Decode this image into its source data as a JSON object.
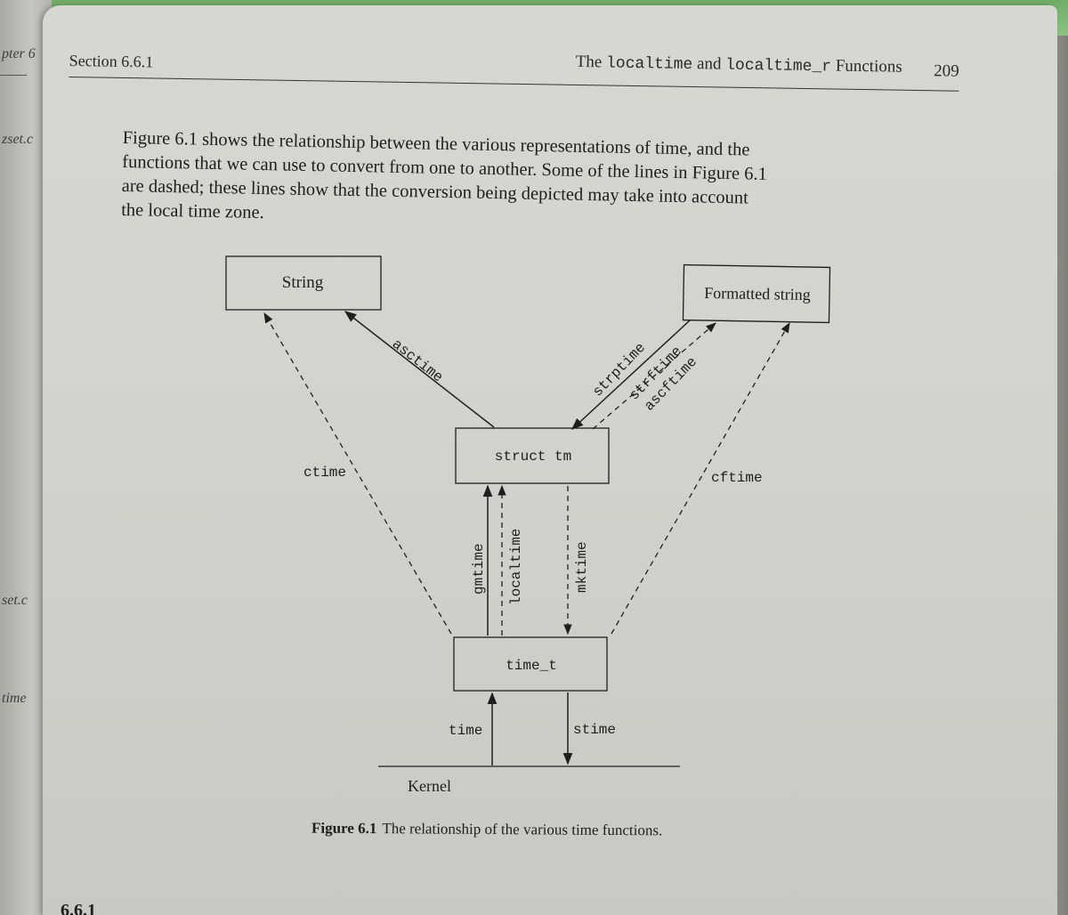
{
  "left_page": {
    "margin_words": [
      "pter 6",
      "zset.c",
      "set.c",
      "time"
    ]
  },
  "running_head": {
    "section": "Section 6.6.1",
    "title_prefix": "The",
    "func1": "localtime",
    "title_and": "and",
    "func2": "localtime_r",
    "title_suffix": "Functions",
    "page_number": "209"
  },
  "paragraph": {
    "lines": [
      "Figure 6.1 shows the relationship between the various representations of time, and the",
      "functions that we can use to convert from one to another. Some of the lines in Figure 6.1",
      "are dashed; these lines show that the conversion being depicted may take into account",
      "the local time zone."
    ]
  },
  "figure": {
    "boxes": {
      "string": "String",
      "formatted_string": "Formatted string",
      "struct_tm": "struct tm",
      "time_t": "time_t"
    },
    "functions": {
      "asctime": "asctime",
      "strptime": "strptime",
      "strftime": "strftime",
      "ascftime": "ascftime",
      "ctime": "ctime",
      "cftime": "cftime",
      "gmtime": "gmtime",
      "localtime": "localtime",
      "mktime": "mktime",
      "time": "time",
      "stime": "stime"
    },
    "kernel": "Kernel",
    "caption_number": "Figure 6.1",
    "caption_text": "The relationship of the various time functions."
  },
  "bottom_heading": "6.6.1"
}
